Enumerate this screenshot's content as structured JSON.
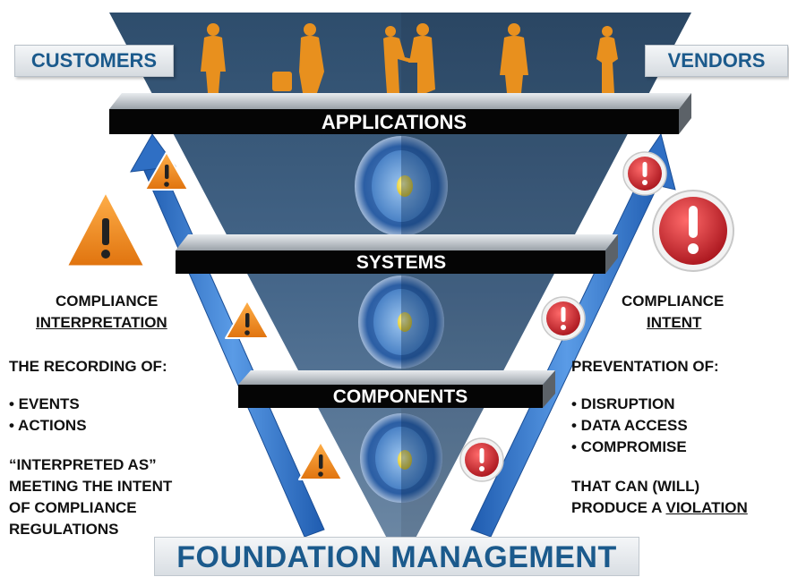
{
  "tags": {
    "customers": "CUSTOMERS",
    "vendors": "VENDORS"
  },
  "layers": [
    {
      "label": "APPLICATIONS"
    },
    {
      "label": "SYSTEMS"
    },
    {
      "label": "COMPONENTS"
    }
  ],
  "left": {
    "heading_line1": "COMPLIANCE",
    "heading_line2": "INTERPRETATION",
    "recording": "THE RECORDING OF:",
    "bullets": [
      "• EVENTS",
      "• ACTIONS"
    ],
    "quote_lines": [
      "“INTERPRETED AS”",
      "MEETING THE INTENT",
      "OF COMPLIANCE",
      "REGULATIONS"
    ]
  },
  "right": {
    "heading_line1": "COMPLIANCE",
    "heading_line2": "INTENT",
    "prevention": "PREVENTATION OF:",
    "bullets": [
      "• DISRUPTION",
      "• DATA ACCESS",
      "• COMPROMISE"
    ],
    "closing_line1": "THAT CAN (WILL)",
    "closing_prefix": "PRODUCE A ",
    "closing_emph": "VIOLATION"
  },
  "footer": "FOUNDATION MANAGEMENT",
  "colors": {
    "funnel": "#3a5878",
    "arrow": "#2f6fc4",
    "warning": "#f08a1c",
    "alert": "#c8202a",
    "person": "#e8901e",
    "label_text": "#1b5a8c"
  }
}
